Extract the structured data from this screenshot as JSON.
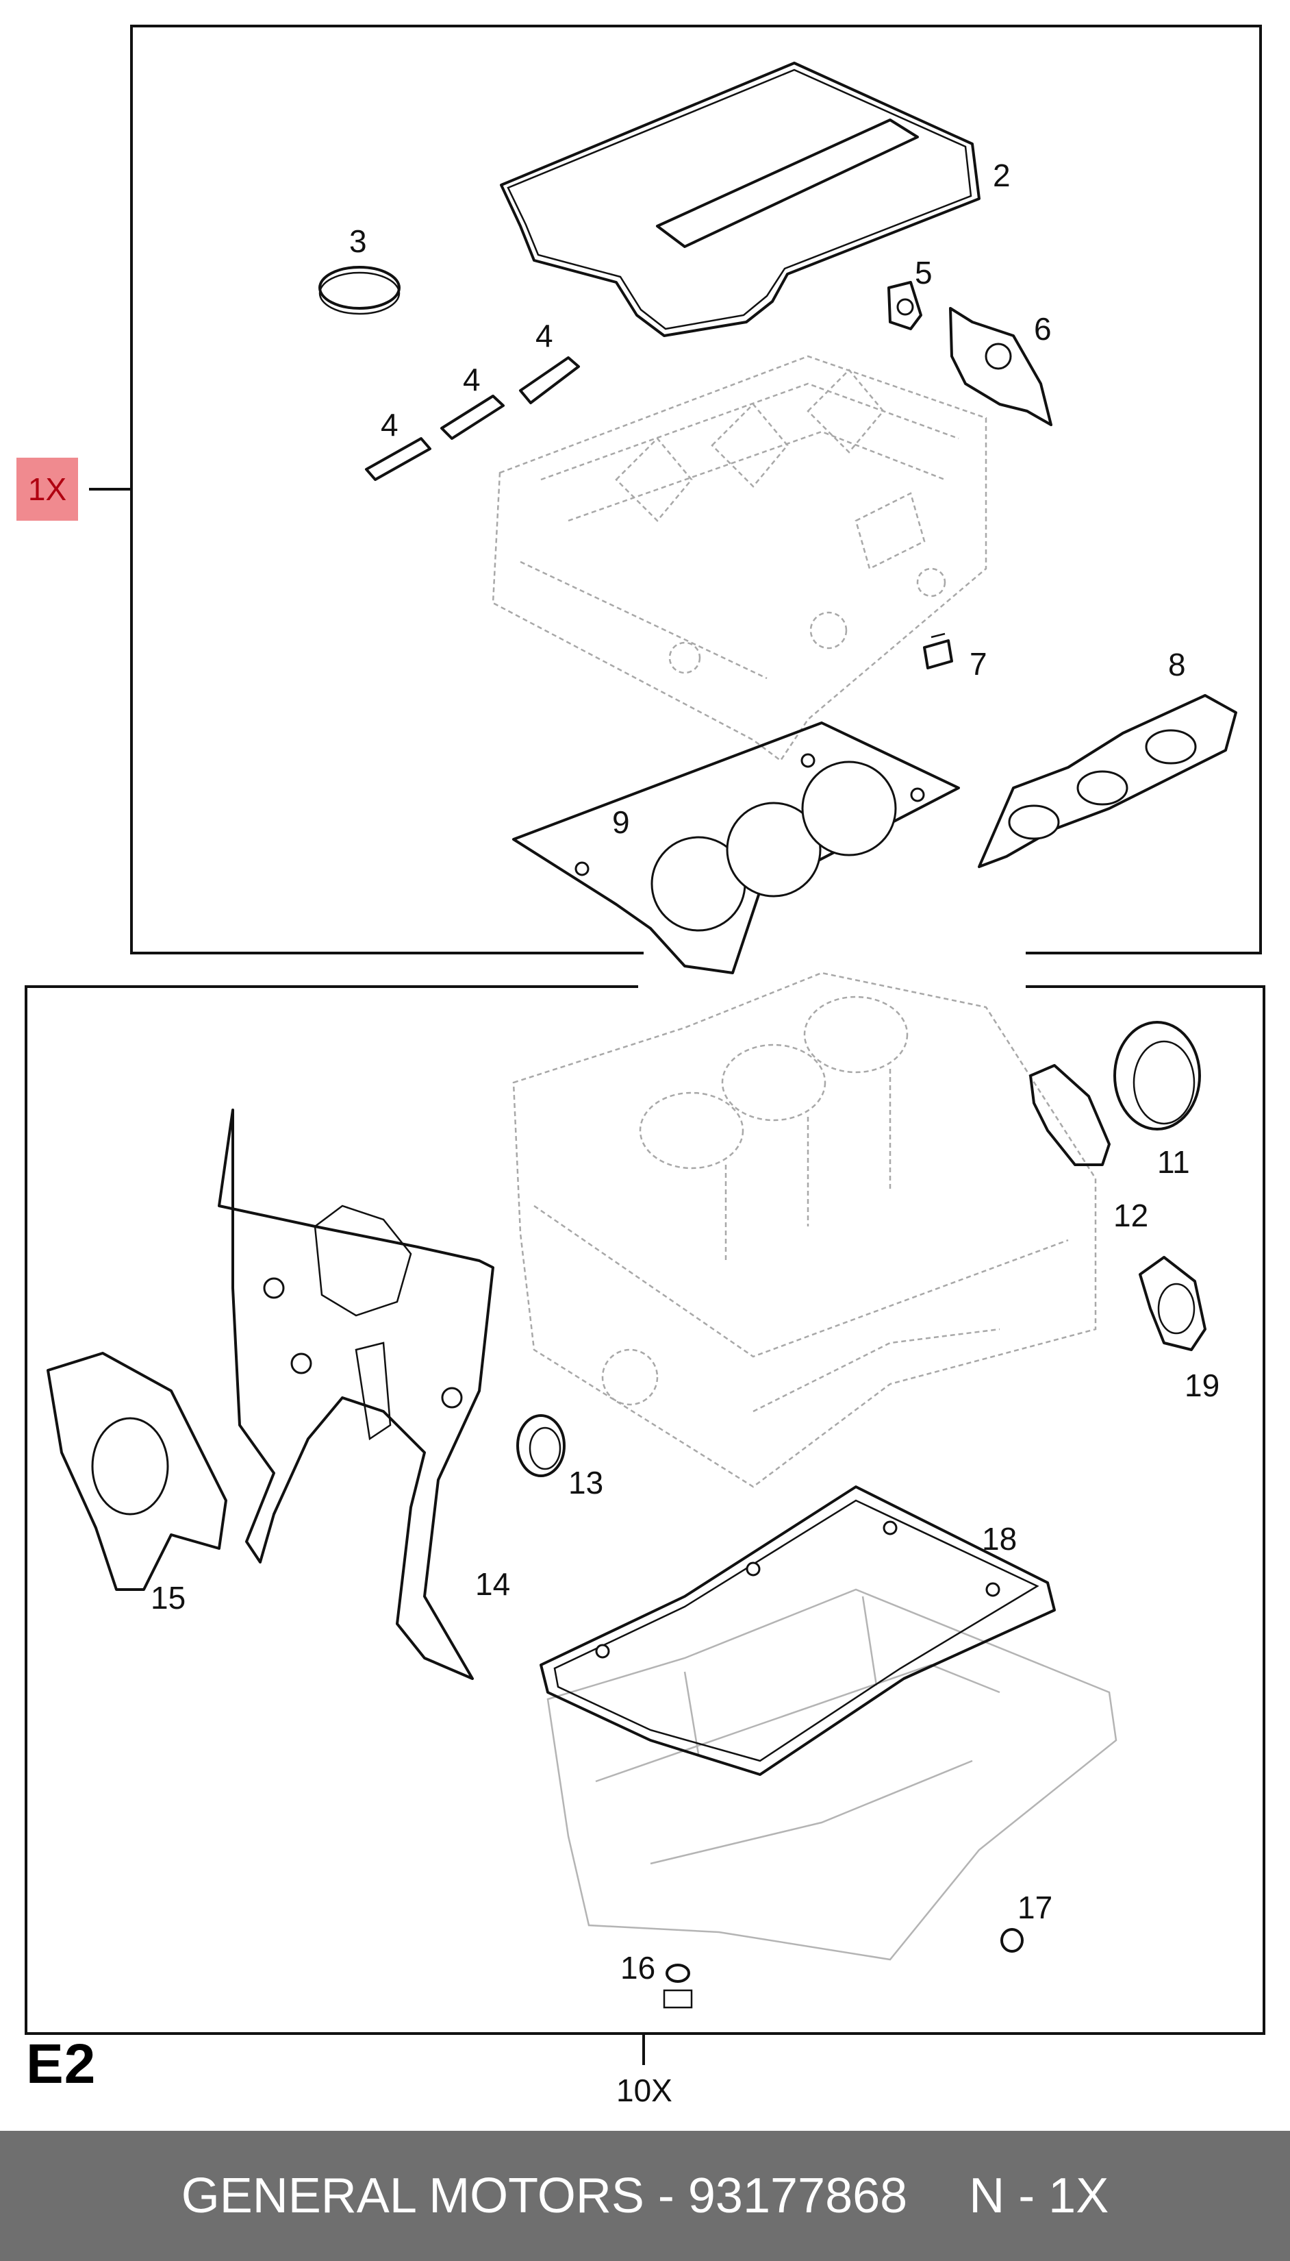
{
  "diagram": {
    "section_code": "E2",
    "kit_quantity": "1X",
    "bottom_quantity": "10X",
    "callouts": {
      "c2": "2",
      "c3": "3",
      "c4a": "4",
      "c4b": "4",
      "c4c": "4",
      "c5": "5",
      "c6": "6",
      "c7": "7",
      "c8": "8",
      "c9": "9",
      "c11": "11",
      "c12": "12",
      "c13": "13",
      "c14": "14",
      "c15": "15",
      "c16": "16",
      "c17": "17",
      "c18": "18",
      "c19": "19"
    },
    "colors": {
      "highlight": "#f08a8f",
      "footer_bg": "#6f6f6f",
      "ghost_lines": "#a8a8a8"
    }
  },
  "footer": {
    "part_line": "GENERAL MOTORS - 93177868",
    "quantity": "N - 1X"
  }
}
